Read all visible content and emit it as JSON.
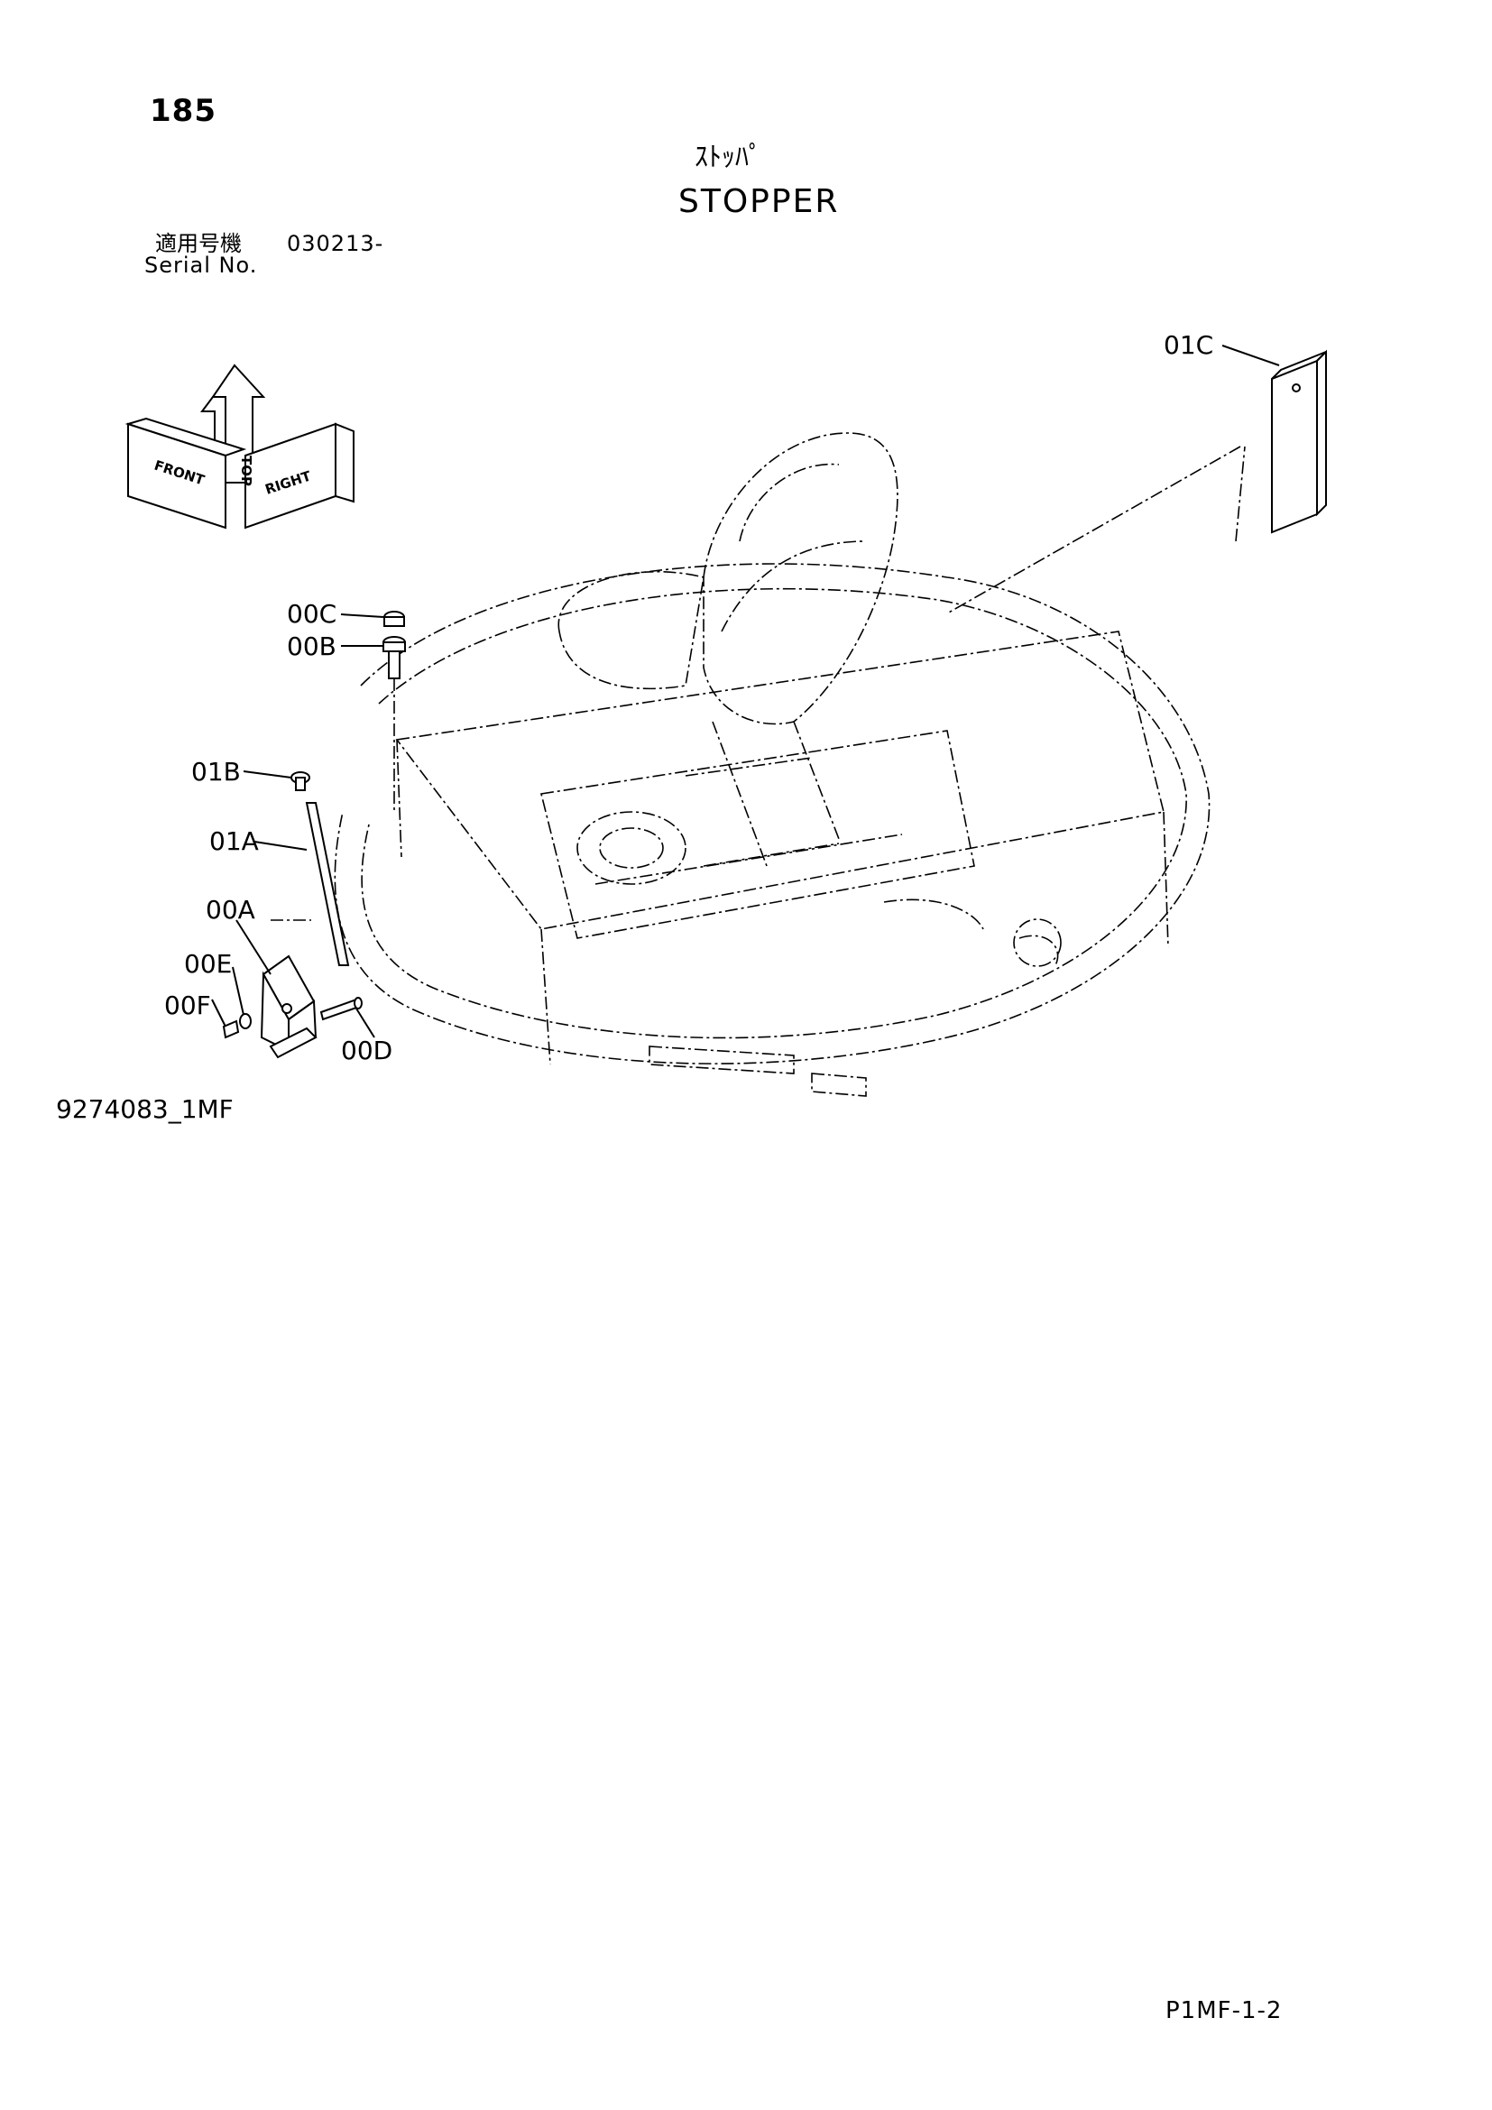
{
  "header": {
    "page_number": "185",
    "title_jp": "ｽﾄｯﾊﾟ",
    "title_en": "STOPPER",
    "serial_label_jp": "適用号機",
    "serial_value": "030213-",
    "serial_label_en": "Serial No."
  },
  "orientation_indicator": {
    "top": "TOP",
    "front": "FRONT",
    "right": "RIGHT"
  },
  "callouts": {
    "c01C": "01C",
    "c00C": "00C",
    "c00B": "00B",
    "c01B": "01B",
    "c01A": "01A",
    "c00A": "00A",
    "c00E": "00E",
    "c00F": "00F",
    "c00D": "00D"
  },
  "footer": {
    "drawing_number": "9274083_1MF",
    "page_code": "P1MF-1-2"
  }
}
